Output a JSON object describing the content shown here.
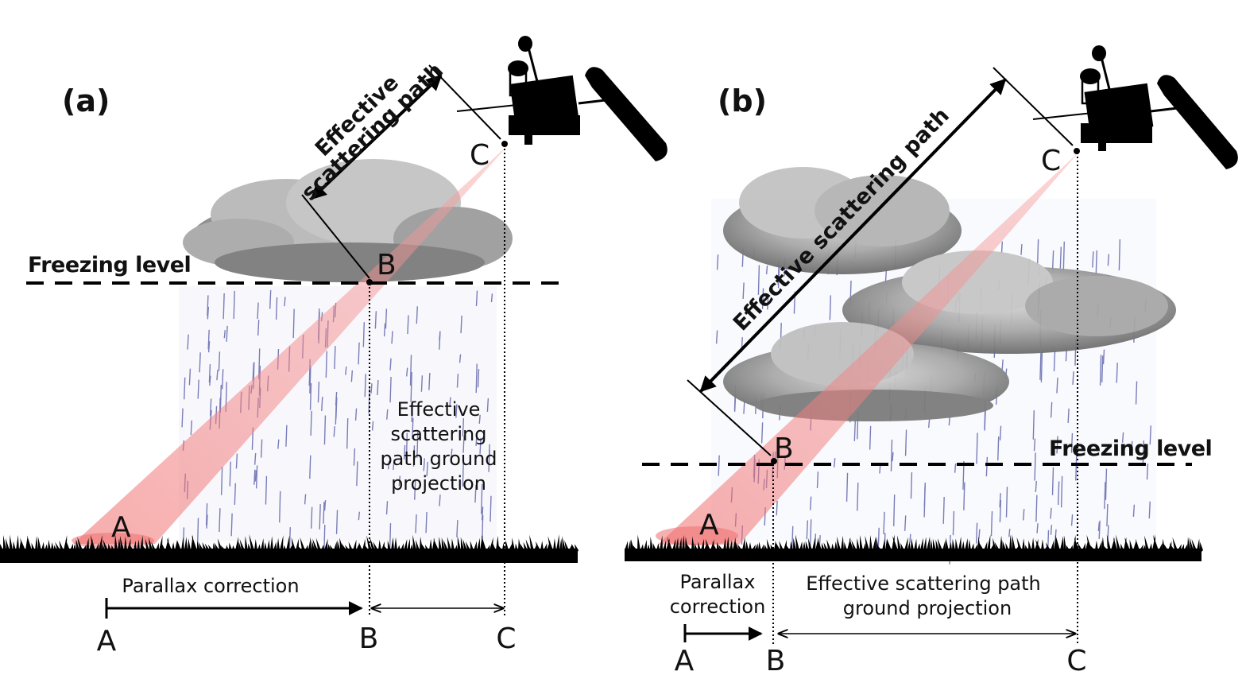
{
  "panels": [
    {
      "label": "(a)",
      "freezing_level": "Freezing level",
      "scattering_path": [
        "Effective",
        "scattering path"
      ],
      "ground_projection": [
        "Effective",
        "scattering",
        "path ground",
        "projection"
      ],
      "parallax": "Parallax correction",
      "points": {
        "a": "A",
        "b": "B",
        "c": "C",
        "a_axis": "A",
        "b_axis": "B",
        "c_axis": "C"
      }
    },
    {
      "label": "(b)",
      "freezing_level": "Freezing level",
      "scattering_path": [
        "Effective scattering path"
      ],
      "ground_projection": [
        "Effective scattering path",
        "ground projection"
      ],
      "parallax": [
        "Parallax",
        "correction"
      ],
      "points": {
        "a": "A",
        "b": "B",
        "c": "C",
        "a_axis": "A",
        "b_axis": "B",
        "c_axis": "C"
      }
    }
  ],
  "colors": {
    "beam": "#f28c8c",
    "cloud": "#9a9a9a",
    "rain": "#5a5fa8",
    "ink": "#000000"
  },
  "icons": [
    "satellite-icon",
    "cloud-icon",
    "rain-icon",
    "grass-icon"
  ]
}
